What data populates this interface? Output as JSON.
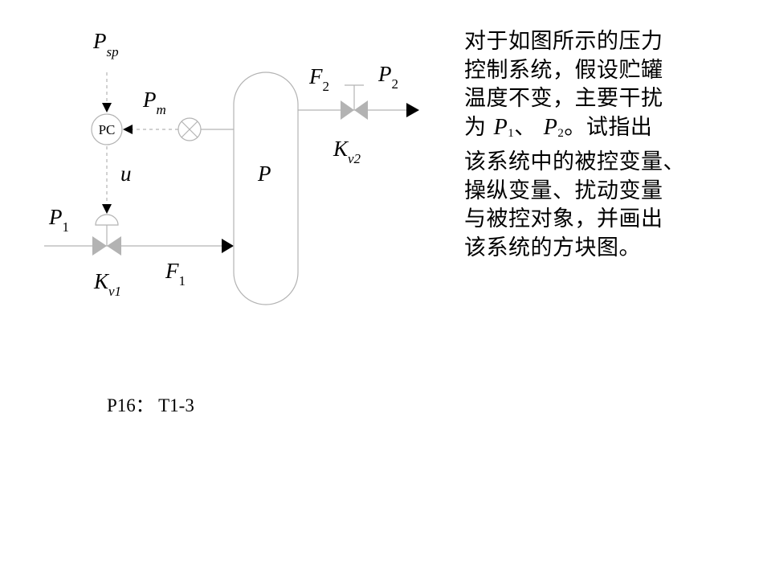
{
  "diagram": {
    "labels": {
      "P_sp": {
        "main": "P",
        "sub": "sp"
      },
      "P_m": {
        "main": "P",
        "sub": "m"
      },
      "pc": "PC",
      "u": "u",
      "P1": {
        "main": "P",
        "sub": "1"
      },
      "Kv1": {
        "main": "K",
        "sub": "v1"
      },
      "F1": {
        "main": "F",
        "sub": "1"
      },
      "tank": "P",
      "F2": {
        "main": "F",
        "sub": "2"
      },
      "P2": {
        "main": "P",
        "sub": "2"
      },
      "Kv2": {
        "main": "K",
        "sub": "v2"
      }
    },
    "colors": {
      "line": "#b3b3b3",
      "valve": "#b3b3b3",
      "arrow": "#000000"
    }
  },
  "question": {
    "line1": "对于如图所示的压力",
    "line2": "控制系统，假设贮罐",
    "line3": "温度不变，主要干扰",
    "line4_pre": "为 ",
    "line4_var1": "P",
    "line4_sub1": "1",
    "line4_mid": "、 ",
    "line4_var2": "P",
    "line4_sub2": "2",
    "line4_post": "。试指出",
    "line5": "该系统中的被控变量、",
    "line6": "操纵变量、扰动变量",
    "line7": "与被控对象，并画出",
    "line8": "该系统的方块图。"
  },
  "caption": "P16： T1-3"
}
